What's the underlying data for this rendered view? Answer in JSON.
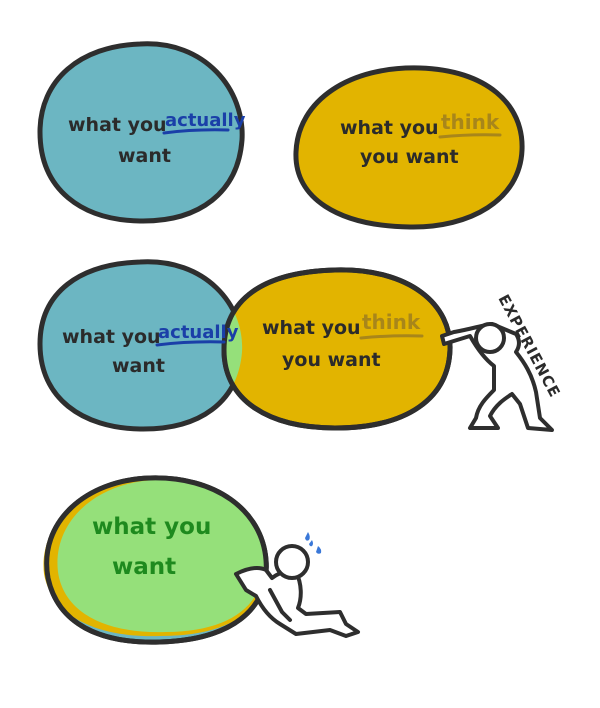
{
  "colors": {
    "actual_blue": "#6cb6c2",
    "think_gold": "#e2b400",
    "overlap_green": "#95e07a",
    "final_green": "#95e07a",
    "outline": "#2e2e2e",
    "actually_underline": "#1a3fa8",
    "think_underline": "#a8861a",
    "sweat": "#3a78d8"
  },
  "row1": {
    "actual_line1": "what you",
    "actual_word": "actually",
    "actual_line2": "want",
    "think_line1": "what you",
    "think_word": "think",
    "think_line2": "you want"
  },
  "row2": {
    "actual_line1": "what you",
    "actual_word": "actually",
    "actual_line2": "want",
    "think_line1": "what you",
    "think_word": "think",
    "think_line2": "you want",
    "figure_label": "EXPERIENCE"
  },
  "row3": {
    "line1": "what you",
    "line2": "want"
  },
  "icons": {
    "pusher": "pushing-person-icon",
    "resting": "exhausted-person-icon",
    "sweat": "sweat-drops-icon"
  }
}
